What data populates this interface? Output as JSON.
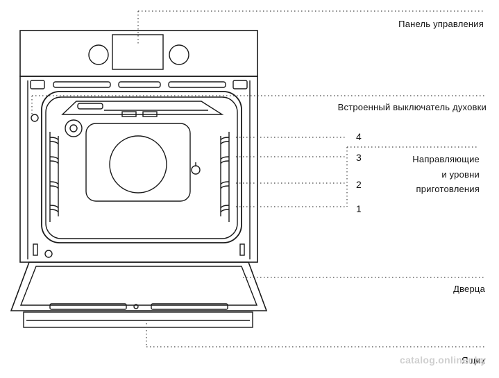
{
  "labels": {
    "control_panel": "Панель управления",
    "oven_switch": "Встроенный выключатель духовки",
    "guides_line1": "Направляющие",
    "guides_line2": "и уровни",
    "guides_line3": "приготовления",
    "door": "Дверца",
    "drawer": "Ящик"
  },
  "levels": [
    "4",
    "3",
    "2",
    "1"
  ],
  "watermark": "catalog.onliner.by"
}
